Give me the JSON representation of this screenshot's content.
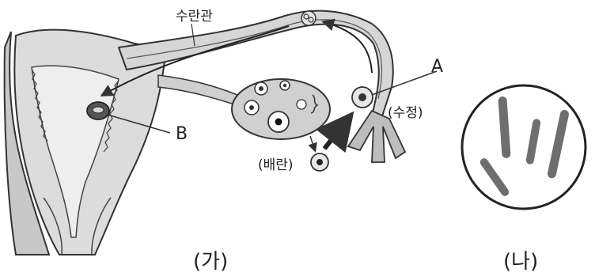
{
  "figure_ga": {
    "caption": "(가)",
    "labels": {
      "oviduct": "수란관",
      "fertilization": "(수정)",
      "ovulation": "(배란)",
      "marker_a": "A",
      "marker_b": "B"
    }
  },
  "figure_na": {
    "caption": "(나)",
    "chromosome_count": 4
  },
  "colors": {
    "line": "#333333",
    "tissue": "#cfcfcf",
    "tissue_dark": "#8f8f8f",
    "chromosome": "#6e6e6e"
  }
}
